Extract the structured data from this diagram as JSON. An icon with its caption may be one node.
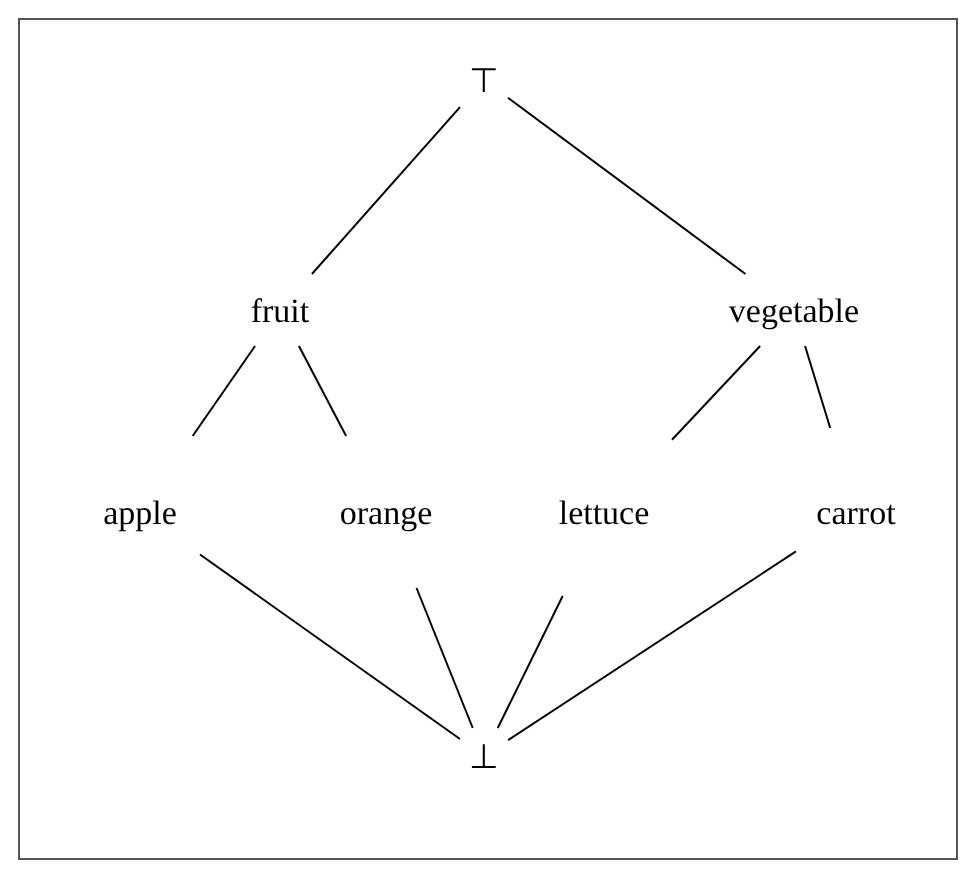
{
  "diagram": {
    "nodes": [
      {
        "text": [
          "⊤"
        ]
      },
      {
        "text": [
          "fruit"
        ]
      },
      {
        "text": [
          "vegetable"
        ]
      },
      {
        "text": [
          "apple"
        ]
      },
      {
        "text": [
          "orange"
        ]
      },
      {
        "text": [
          "lettuce"
        ]
      },
      {
        "text": [
          "carrot"
        ]
      },
      {
        "text": [
          "⊥"
        ]
      }
    ],
    "edges": [
      {
        "from": 0,
        "to": 1,
        "arrow": "none"
      },
      {
        "from": 0,
        "to": 2,
        "arrow": "none"
      },
      {
        "from": 1,
        "to": 3,
        "arrow": "none"
      },
      {
        "from": 1,
        "to": 4,
        "arrow": "none"
      },
      {
        "from": 2,
        "to": 5,
        "arrow": "none"
      },
      {
        "from": 2,
        "to": 6,
        "arrow": "none"
      },
      {
        "from": 3,
        "to": 7,
        "arrow": "none"
      },
      {
        "from": 4,
        "to": 7,
        "arrow": "none"
      },
      {
        "from": 5,
        "to": 7,
        "arrow": "none"
      },
      {
        "from": 6,
        "to": 7,
        "arrow": "none"
      }
    ]
  }
}
